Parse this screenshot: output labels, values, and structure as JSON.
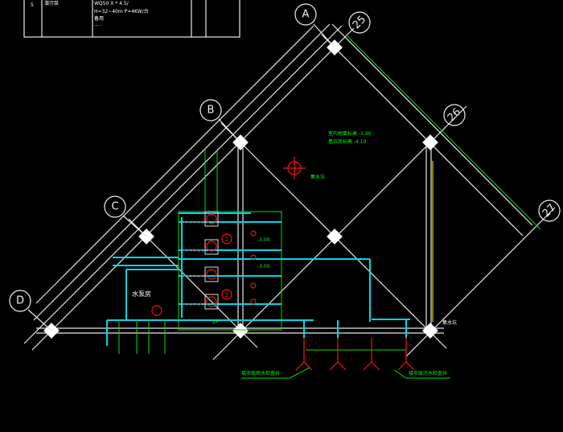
{
  "legend_table": {
    "row_number": "5",
    "item_name": "潜污泵",
    "spec_line1": "WQ50  X  * 4.5/",
    "spec_line2": "H=32~40m  P=4KW/台",
    "spec_line3": "备用",
    "spec_line4": "----  --"
  },
  "axes": {
    "A": "A",
    "B": "B",
    "C": "C",
    "D": "D",
    "n25": "25",
    "n26": "26",
    "n27": "27"
  },
  "annotations": {
    "level1": "室内地面标高 -1.40",
    "level2": "基坑底标高 -4.10",
    "pump_room": "水泵房",
    "pump_1": "1",
    "pump_2": "2",
    "elev_a": "-3.00",
    "elev_b": "-3.00",
    "pipe_label": "ZP",
    "left_note": "接市政雨水检查井",
    "right_note": "接市政污水检查井",
    "corner_note": "集水坑",
    "sump_label": "集水坑"
  },
  "colors": {
    "background": "#000000",
    "grid": "#e8e8e8",
    "pipe": "#00d8e8",
    "valve": "#ff1010",
    "text": "#00ff00"
  }
}
